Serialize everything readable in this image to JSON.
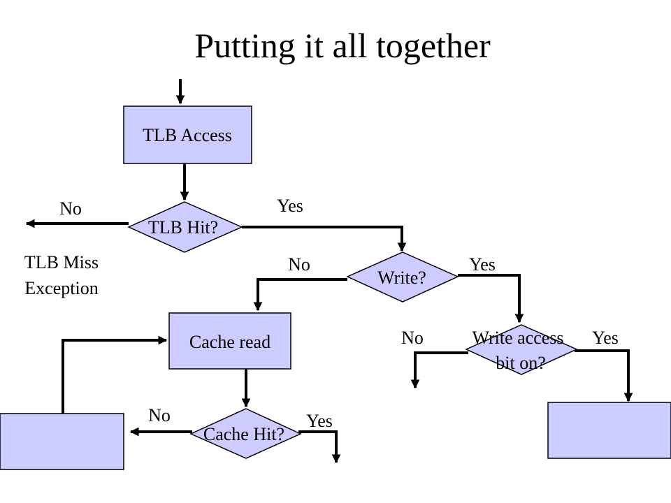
{
  "title": "Putting it all together",
  "nodes": {
    "tlb_access": "TLB Access",
    "tlb_hit": "TLB Hit?",
    "write": "Write?",
    "write_access_line1": "Write access",
    "write_access_line2": "bit on?",
    "cache_read": "Cache read",
    "cache_hit": "Cache Hit?",
    "left_box": "",
    "right_box": ""
  },
  "labels": {
    "tlb_hit_no": "No",
    "tlb_hit_yes": "Yes",
    "tlb_miss_line1": "TLB Miss",
    "tlb_miss_line2": "Exception",
    "write_no": "No",
    "write_yes": "Yes",
    "write_access_no": "No",
    "write_access_yes": "Yes",
    "cache_hit_no": "No",
    "cache_hit_yes": "Yes"
  },
  "colors": {
    "node_fill": "#ccccff",
    "stroke": "#000000",
    "background": "#ffffff"
  }
}
